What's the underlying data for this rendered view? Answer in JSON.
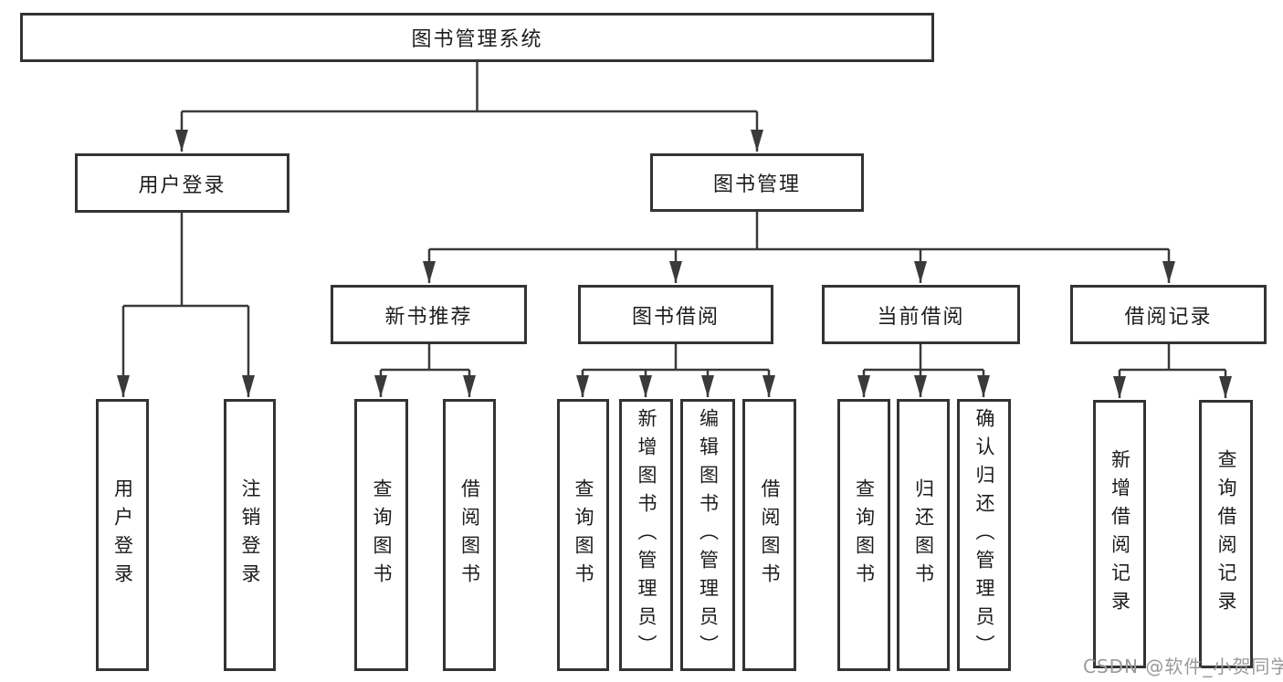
{
  "diagram": {
    "root": {
      "label": "图书管理系统"
    },
    "branches": [
      {
        "label": "用户登录",
        "children": [
          {
            "label": "用户登录"
          },
          {
            "label": "注销登录"
          }
        ]
      },
      {
        "label": "图书管理",
        "children": [
          {
            "label": "新书推荐",
            "children": [
              {
                "label": "查询图书"
              },
              {
                "label": "借阅图书"
              }
            ]
          },
          {
            "label": "图书借阅",
            "children": [
              {
                "label": "查询图书"
              },
              {
                "label": "新增图书（管理员）"
              },
              {
                "label": "编辑图书（管理员）"
              },
              {
                "label": "借阅图书"
              }
            ]
          },
          {
            "label": "当前借阅",
            "children": [
              {
                "label": "查询图书"
              },
              {
                "label": "归还图书"
              },
              {
                "label": "确认归还（管理员）"
              }
            ]
          },
          {
            "label": "借阅记录",
            "children": [
              {
                "label": "新增借阅记录"
              },
              {
                "label": "查询借阅记录"
              }
            ]
          }
        ]
      }
    ]
  },
  "colors": {
    "line": "#3a3a3a",
    "border": "#333333",
    "text": "#1c1c1c",
    "watermark": "#9a9a9a",
    "background": "#ffffff"
  },
  "watermark": {
    "text": "CSDN @软件_小贺同学"
  }
}
